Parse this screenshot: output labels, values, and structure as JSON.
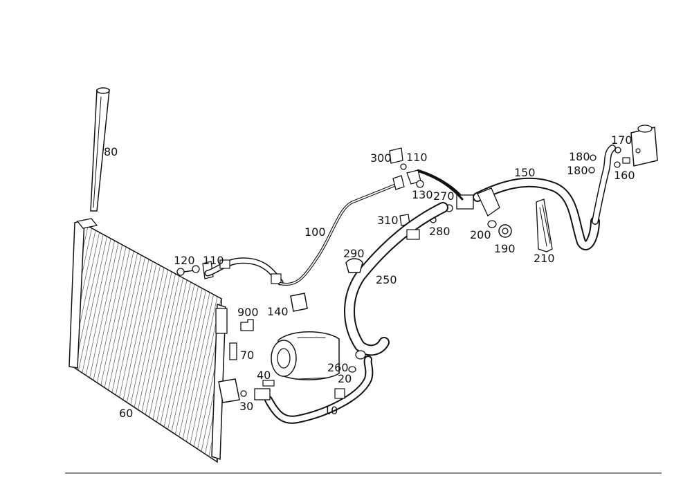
{
  "diagram": {
    "parts": {
      "p10": "10",
      "p20": "20",
      "p30": "30",
      "p40": "40",
      "p60": "60",
      "p70": "70",
      "p80": "80",
      "p100": "100",
      "p110a": "110",
      "p110b": "110",
      "p120": "120",
      "p130": "130",
      "p140": "140",
      "p150": "150",
      "p160": "160",
      "p170": "170",
      "p180a": "180",
      "p180b": "180",
      "p190": "190",
      "p200": "200",
      "p210": "210",
      "p250": "250",
      "p260": "260",
      "p270": "270",
      "p280": "280",
      "p290": "290",
      "p300": "300",
      "p310": "310",
      "p900": "900"
    }
  }
}
